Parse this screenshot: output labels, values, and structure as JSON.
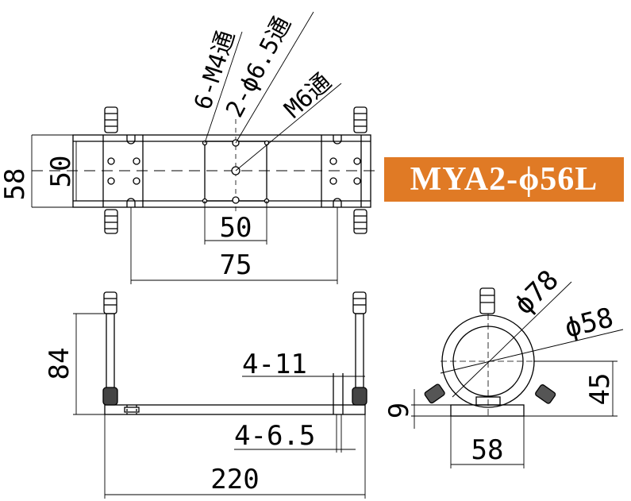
{
  "model_label": "MYA2-ϕ56L",
  "top_view": {
    "dim_height_outer": "58",
    "dim_height_inner": "50",
    "dim_hole_spacing": "50",
    "dim_length": "75",
    "callout_m4": "6-M4通",
    "callout_d65": "2-ϕ6.5通",
    "callout_m6": "M6通"
  },
  "front_view": {
    "dim_height": "84",
    "callout_11": "4-11",
    "callout_65": "4-6.5",
    "dim_total_length": "220"
  },
  "side_view": {
    "dim_outer_dia": "ϕ78",
    "dim_inner_dia": "ϕ58",
    "dim_center_height": "45",
    "dim_base_height": "9",
    "dim_base_width": "58"
  },
  "colors": {
    "badge_bg": "#e07a25",
    "badge_text": "#ffffff",
    "line": "#000000"
  }
}
